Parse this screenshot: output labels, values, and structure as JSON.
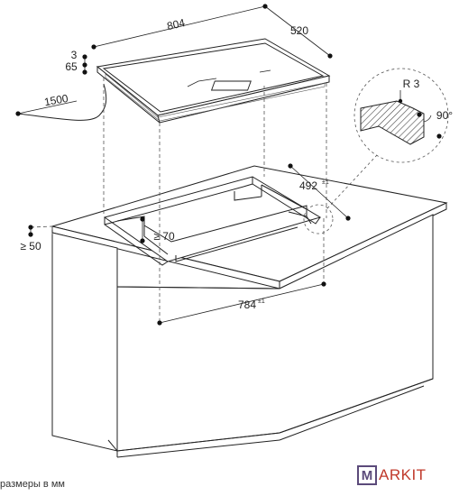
{
  "dimensions": {
    "width": "804",
    "depth": "520",
    "thickness_top": "3",
    "thickness_total": "65",
    "cable_length": "1500",
    "side_clearance": "≥ 50",
    "front_clearance": "≥ 70",
    "cutout_depth": "492",
    "cutout_depth_tol": "±1",
    "cutout_width": "784",
    "cutout_width_tol": "±1",
    "radius": "R 3",
    "angle": "90°"
  },
  "footer": {
    "note": "размеры в мм",
    "logo_letter": "M",
    "logo_rest": "ARKIT"
  },
  "colors": {
    "line": "#222222",
    "dash": "#555555",
    "hatch": "#444444",
    "logo_box": "#5b4a7a",
    "logo_text": "#c0392b"
  }
}
